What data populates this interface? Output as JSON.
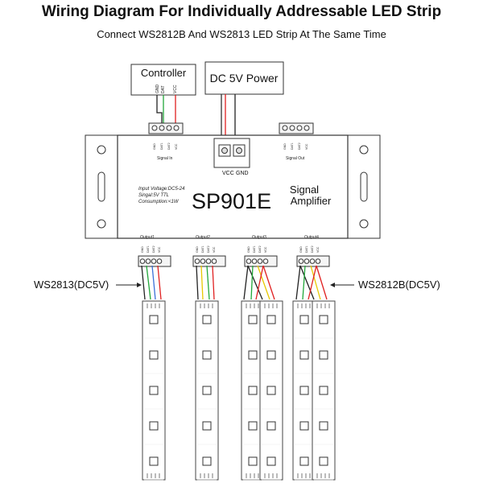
{
  "title": "Wiring Diagram For Individually Addressable LED Strip",
  "subtitle": "Connect WS2812B And WS2813 LED Strip At The Same Time",
  "controller": {
    "label": "Controller",
    "pins": [
      "GND",
      "DAT",
      "VCC"
    ]
  },
  "power": {
    "label": "DC 5V Power",
    "terminal_labels": [
      "VCC",
      "GND"
    ]
  },
  "device": {
    "model": "SP901E",
    "product_line1": "Signal",
    "product_line2": "Amplifier",
    "spec_voltage": "Input Voltage:DC5-24",
    "spec_signal": "Singal:5V TTL",
    "spec_consumption": "Consumption:<1W",
    "signal_in_label": "Signal In",
    "signal_out_label": "Signal Out",
    "top_pins": [
      "GND",
      "DAT1",
      "DAT2",
      "VCC"
    ],
    "outputs": [
      {
        "label": "Output1",
        "pins": [
          "GND",
          "DAT1",
          "DAT2",
          "VCC"
        ]
      },
      {
        "label": "Output2",
        "pins": [
          "GND",
          "DAT1",
          "DAT2",
          "VCC"
        ]
      },
      {
        "label": "Output3",
        "pins": [
          "GND",
          "DAT1",
          "DAT2",
          "VCC"
        ]
      },
      {
        "label": "Output4",
        "pins": [
          "GND",
          "DAT1",
          "DAT2",
          "VCC"
        ]
      }
    ]
  },
  "strip_left_label": "WS2813(DC5V)",
  "strip_right_label": "WS2812B(DC5V)",
  "colors": {
    "wire_red": "#e02020",
    "wire_green": "#22a83a",
    "wire_black": "#222222",
    "wire_yellow": "#e8c800",
    "wire_blue": "#3a6fd8",
    "outline": "#333333"
  }
}
